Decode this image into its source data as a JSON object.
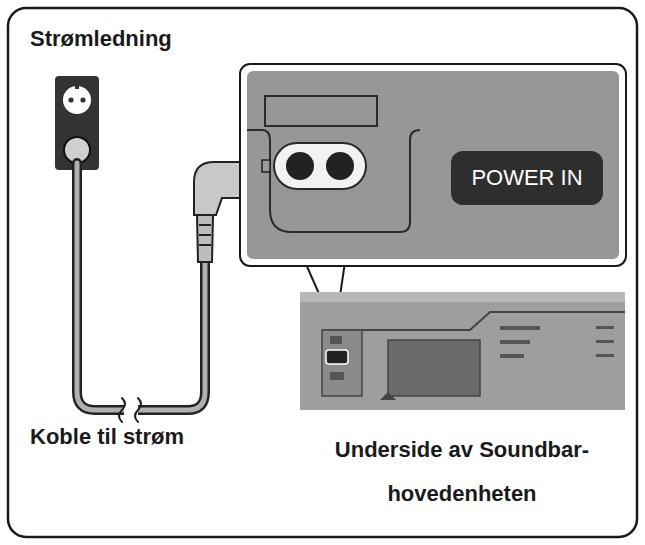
{
  "diagram": {
    "nodes": [
      {
        "text": [
          "POWER IN"
        ]
      }
    ],
    "labels": [
      "Strømledning",
      "Koble til strøm",
      "Underside av Soundbar-hovedenheten"
    ]
  }
}
